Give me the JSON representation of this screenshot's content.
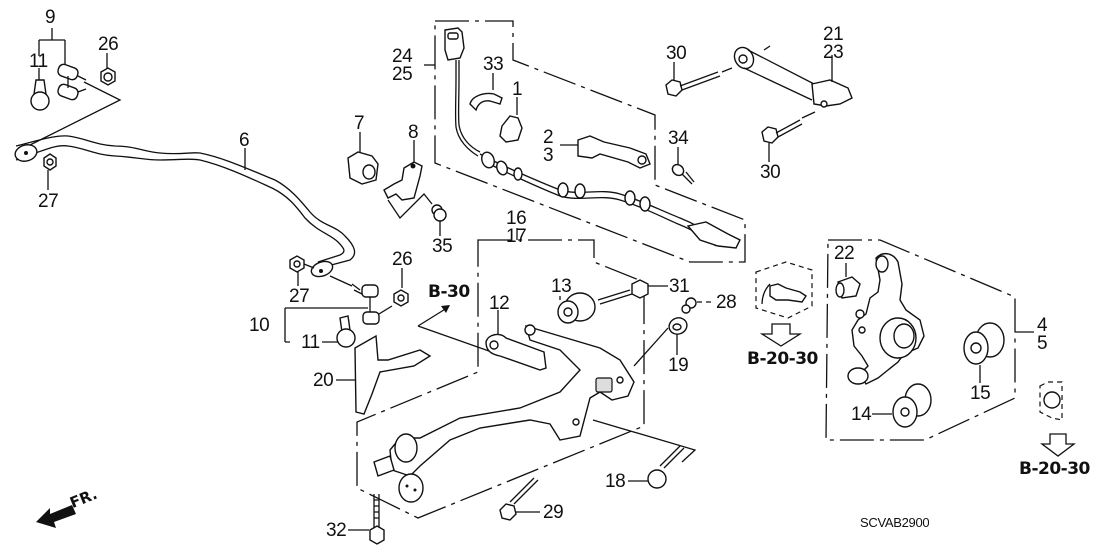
{
  "diagram": {
    "type": "exploded-parts-diagram",
    "subject": "Rear suspension / rear lower arm assembly",
    "drawing_code": "SCVAB2900",
    "direction_indicator": "FR.",
    "section_refs": {
      "b30": "B-30",
      "b2030_mid": "B-20-30",
      "b2030_right": "B-20-30"
    },
    "callouts": {
      "c1": "1",
      "c2": "2",
      "c3": "3",
      "c4": "4",
      "c5": "5",
      "c6": "6",
      "c7": "7",
      "c8": "8",
      "c9": "9",
      "c10": "10",
      "c11a": "11",
      "c11b": "11",
      "c12": "12",
      "c13": "13",
      "c14": "14",
      "c15": "15",
      "c16": "16",
      "c17": "17",
      "c18": "18",
      "c19": "19",
      "c20": "20",
      "c21": "21",
      "c22": "22",
      "c23": "23",
      "c24": "24",
      "c25": "25",
      "c26a": "26",
      "c26b": "26",
      "c27a": "27",
      "c27b": "27",
      "c28": "28",
      "c29": "29",
      "c30a": "30",
      "c30b": "30",
      "c31": "31",
      "c32": "32",
      "c33": "33",
      "c34": "34",
      "c35": "35"
    },
    "parts": [
      {
        "id": "c6",
        "name": "stabilizer-bar"
      },
      {
        "id": "c7",
        "name": "stabilizer-bushing"
      },
      {
        "id": "c8",
        "name": "stabilizer-holder"
      },
      {
        "id": "c9",
        "name": "stabilizer-link-assembly"
      },
      {
        "id": "c10",
        "name": "stabilizer-link-assembly"
      },
      {
        "id": "c11a",
        "name": "link-boot"
      },
      {
        "id": "c1",
        "name": "sensor-clip"
      },
      {
        "id": "c2",
        "name": "sensor-bracket"
      },
      {
        "id": "c24",
        "name": "wheel-speed-sensor"
      },
      {
        "id": "c33",
        "name": "harness-clamp"
      },
      {
        "id": "c34",
        "name": "bolt"
      },
      {
        "id": "c21",
        "name": "upper-arm"
      },
      {
        "id": "c30a",
        "name": "flange-bolt"
      },
      {
        "id": "c16",
        "name": "lower-arm-assembly"
      },
      {
        "id": "c12",
        "name": "lower-arm-link"
      },
      {
        "id": "c13",
        "name": "bushing"
      },
      {
        "id": "c4",
        "name": "knuckle"
      },
      {
        "id": "c14",
        "name": "knuckle-bushing"
      },
      {
        "id": "c15",
        "name": "knuckle-bushing"
      },
      {
        "id": "c22",
        "name": "bushing"
      },
      {
        "id": "c20",
        "name": "bracket"
      },
      {
        "id": "c18",
        "name": "flange-bolt"
      },
      {
        "id": "c29",
        "name": "flange-bolt"
      },
      {
        "id": "c31",
        "name": "flange-bolt"
      },
      {
        "id": "c32",
        "name": "flange-bolt"
      },
      {
        "id": "c19",
        "name": "washer"
      },
      {
        "id": "c28",
        "name": "nut"
      },
      {
        "id": "c26a",
        "name": "nut"
      },
      {
        "id": "c27a",
        "name": "nut"
      },
      {
        "id": "c35",
        "name": "nut"
      }
    ]
  }
}
